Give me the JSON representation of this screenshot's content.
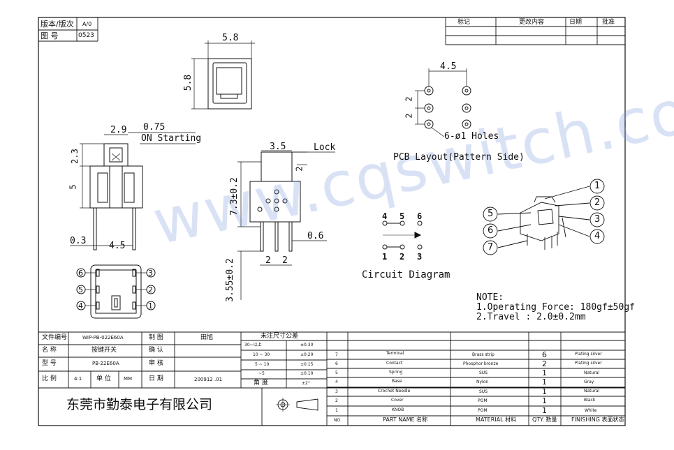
{
  "header": {
    "version_label": "版本/版次",
    "version_value": "A/0",
    "drawing_no_label": "图 号",
    "drawing_no_value": "0523",
    "rev_cols": [
      "标记",
      "更改内容",
      "日期",
      "批准"
    ]
  },
  "dims": {
    "top_width": "5.8",
    "top_height": "5.8",
    "front_w1": "2.9",
    "front_075": "0.75",
    "on_starting": "ON Starting",
    "front_h1": "2.3",
    "front_h2": "5",
    "front_03": "0.3",
    "front_45": "4.5",
    "side_35": "3.5",
    "lock": "Lock",
    "side_2": "2",
    "side_73": "7.3±0.2",
    "side_06": "0.6",
    "side_22a": "2",
    "side_22b": "2",
    "side_355": "3.55±0.2",
    "pcb_45": "4.5",
    "pcb_2a": "2",
    "pcb_2b": "2",
    "pcb_holes": "6-ø1 Holes",
    "pcb_title": "PCB Layout(Pattern Side)"
  },
  "pin_labels": {
    "left": [
      "6",
      "5",
      "4"
    ],
    "right": [
      "3",
      "2",
      "1"
    ]
  },
  "circuit": {
    "top": [
      "4",
      "5",
      "6"
    ],
    "bottom": [
      "1",
      "2",
      "3"
    ],
    "title": "Circuit Diagram"
  },
  "callouts": [
    "1",
    "2",
    "3",
    "4",
    "5",
    "6",
    "7"
  ],
  "watermark": "www.cqswitch.com",
  "notes": {
    "title": "NOTE:",
    "line1": "1.Operating Force: 180gf±50gf",
    "line2": "2.Travel : 2.0±0.2mm"
  },
  "titleblock": {
    "file_no_label": "文件编号",
    "file_no_value": "WIP-PB-022E60A",
    "draw_label": "制 图",
    "draw_value": "田旭",
    "name_label": "名 称",
    "name_value": "按键开关",
    "confirm_label": "确 认",
    "model_label": "型 号",
    "model_value": "PB-22E60A",
    "review_label": "审 核",
    "scale_label": "比 例",
    "scale_value": "4:1",
    "unit_label": "单 位",
    "unit_value": "MM",
    "date_label": "日 期",
    "date_value": "200912 .01",
    "tol_title": "未注尺寸公差",
    "tol_rows": [
      [
        "30~以上",
        "±0.30"
      ],
      [
        "10 ~ 30",
        "±0.20"
      ],
      [
        "5 ~ 10",
        "±0.15"
      ],
      [
        "~5",
        "±0.10"
      ],
      [
        "角 度",
        "±2°"
      ]
    ],
    "company": "东莞市勤泰电子有限公司"
  },
  "bom": {
    "rows": [
      [
        "7",
        "Terminal",
        "Brass strip",
        "6",
        "Plating silver"
      ],
      [
        "6",
        "Contact",
        "Phosphor bronze",
        "2",
        "Plating silver"
      ],
      [
        "5",
        "Spring",
        "SUS",
        "1",
        "Natural"
      ],
      [
        "4",
        "Base",
        "Nylon",
        "1",
        "Gray"
      ],
      [
        "3",
        "Crochet Needle",
        "SUS",
        "1",
        "Natural"
      ],
      [
        "2",
        "Cover",
        "POM",
        "1",
        "Black"
      ],
      [
        "1",
        "KNOB",
        "POM",
        "1",
        "White"
      ]
    ],
    "header": [
      "NO.",
      "PART NAME 名称",
      "MATERIAL 材料",
      "QTY. 数量",
      "FINISHING 表面状态"
    ]
  }
}
